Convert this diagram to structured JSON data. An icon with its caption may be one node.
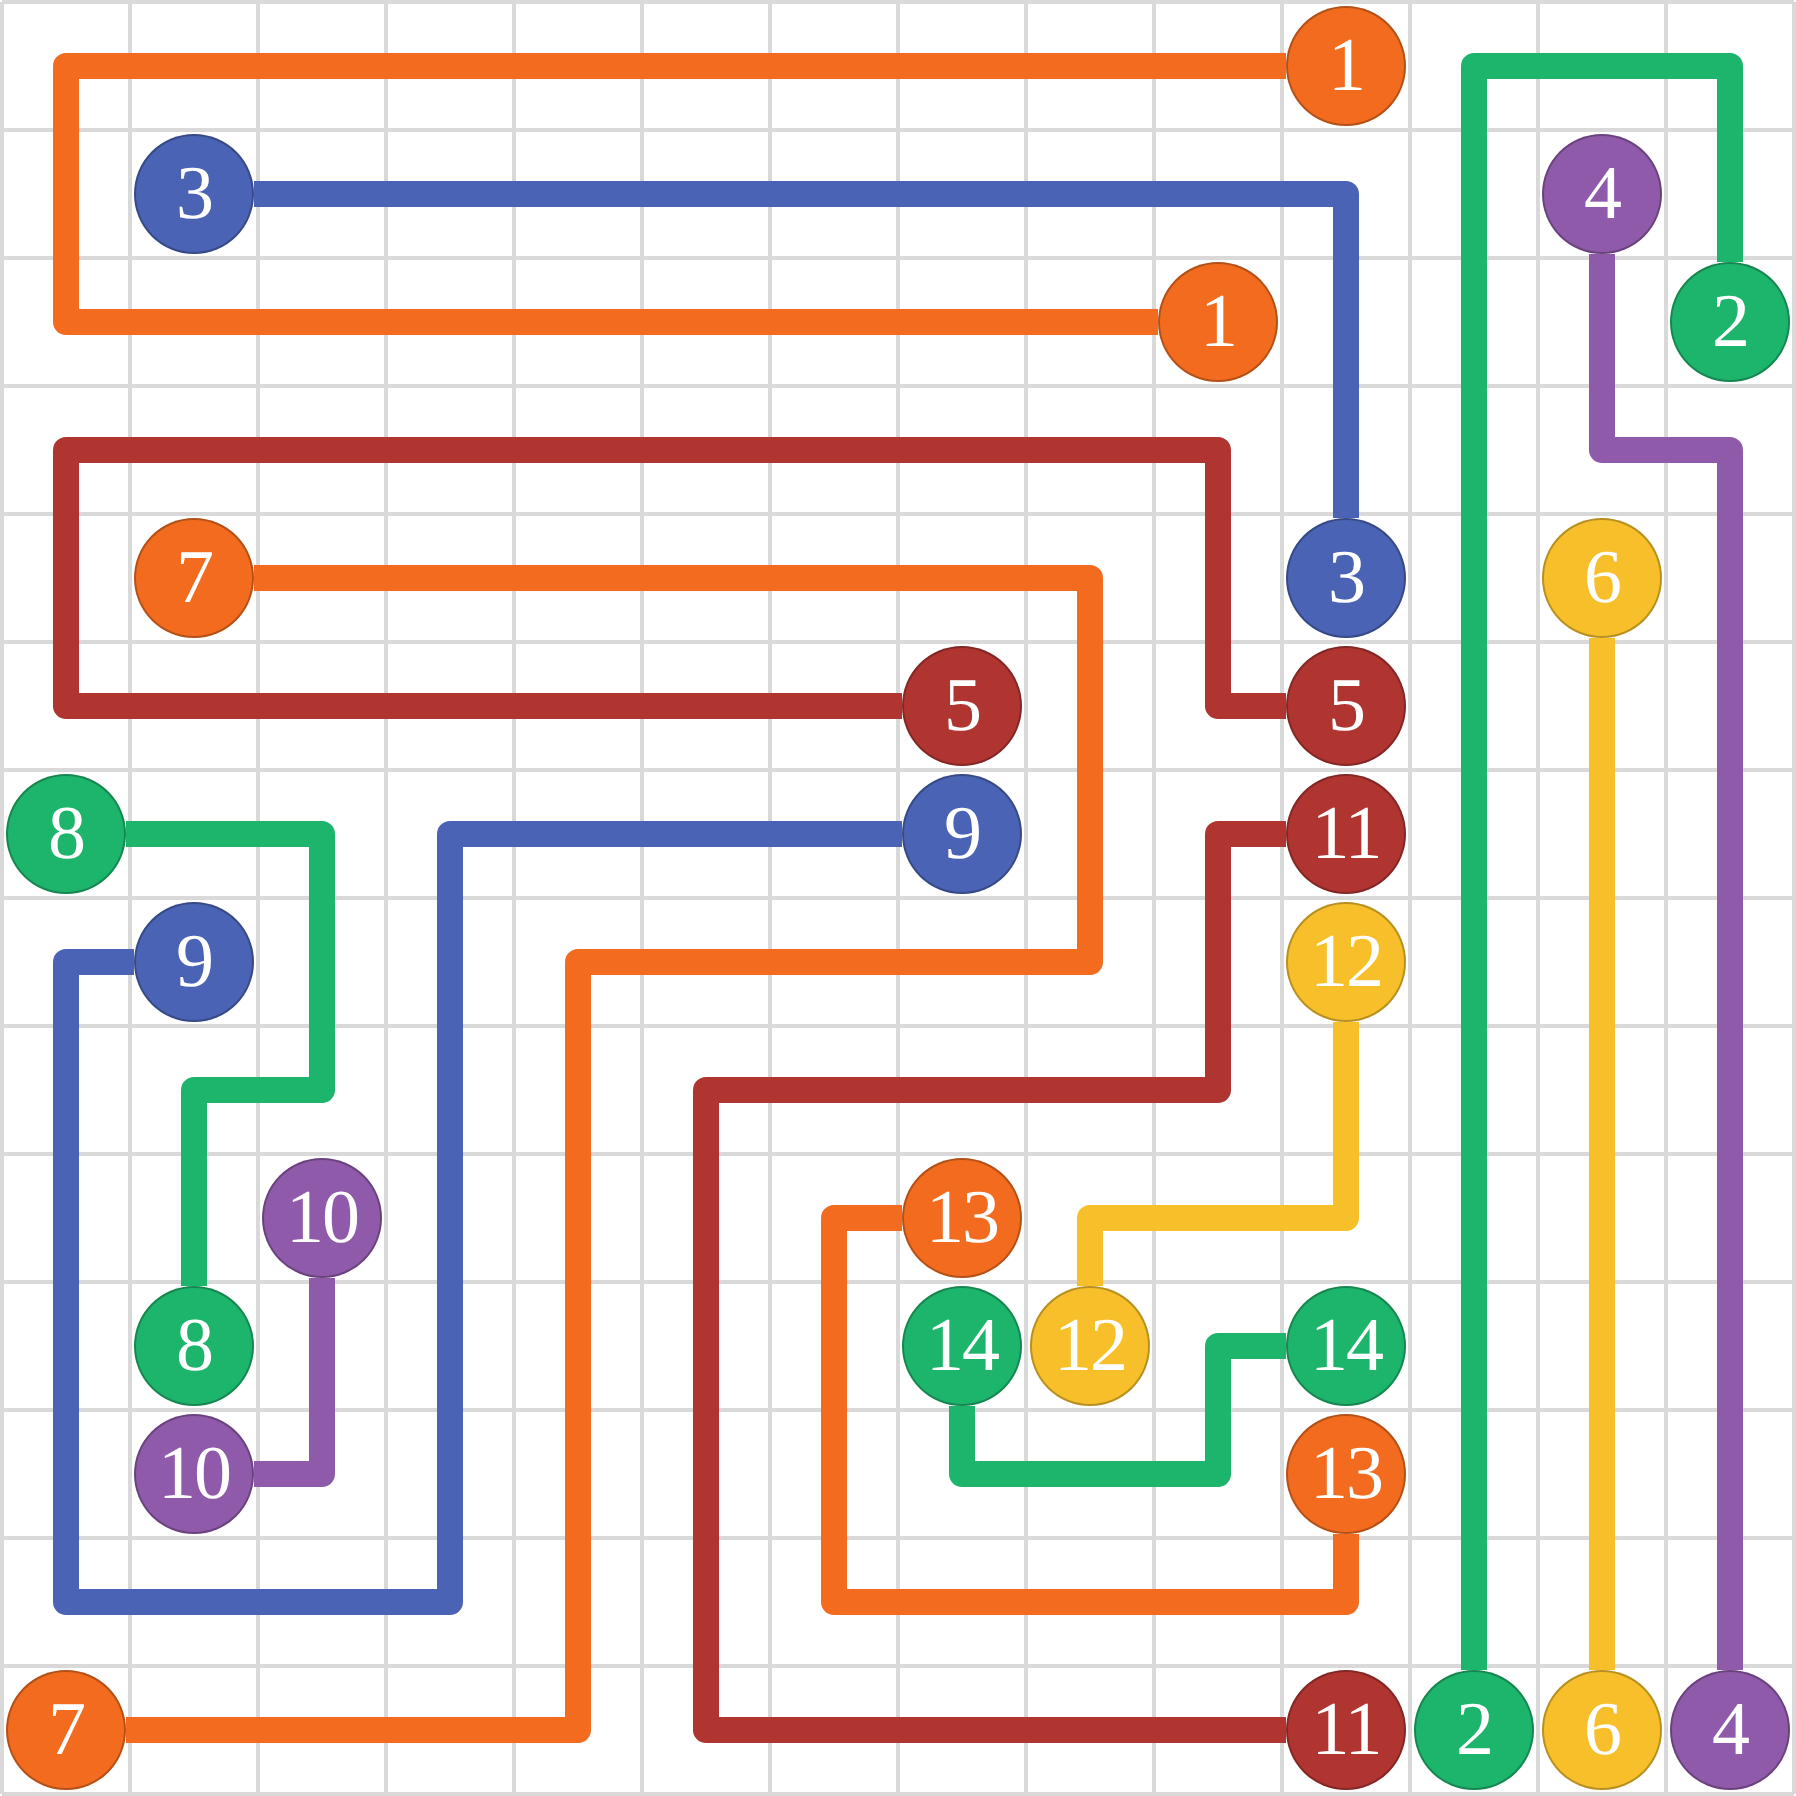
{
  "diagram": {
    "nodes": [
      {
        "text": [
          "1"
        ]
      },
      {
        "text": [
          "3"
        ]
      },
      {
        "text": [
          "4"
        ]
      },
      {
        "text": [
          "1"
        ]
      },
      {
        "text": [
          "2"
        ]
      },
      {
        "text": [
          "7"
        ]
      },
      {
        "text": [
          "3"
        ]
      },
      {
        "text": [
          "6"
        ]
      },
      {
        "text": [
          "5"
        ]
      },
      {
        "text": [
          "5"
        ]
      },
      {
        "text": [
          "8"
        ]
      },
      {
        "text": [
          "9"
        ]
      },
      {
        "text": [
          "11"
        ]
      },
      {
        "text": [
          "9"
        ]
      },
      {
        "text": [
          "12"
        ]
      },
      {
        "text": [
          "10"
        ]
      },
      {
        "text": [
          "13"
        ]
      },
      {
        "text": [
          "8"
        ]
      },
      {
        "text": [
          "14"
        ]
      },
      {
        "text": [
          "12"
        ]
      },
      {
        "text": [
          "14"
        ]
      },
      {
        "text": [
          "10"
        ]
      },
      {
        "text": [
          "13"
        ]
      },
      {
        "text": [
          "7"
        ]
      },
      {
        "text": [
          "11"
        ]
      },
      {
        "text": [
          "2"
        ]
      },
      {
        "text": [
          "6"
        ]
      },
      {
        "text": [
          "4"
        ]
      }
    ],
    "edges": [
      {
        "from": 0,
        "to": 3,
        "arrow": "none",
        "color": "#f26b1f"
      },
      {
        "from": 1,
        "to": 6,
        "arrow": "none",
        "color": "#4a63b4"
      },
      {
        "from": 25,
        "to": 4,
        "arrow": "none",
        "color": "#1db56c"
      },
      {
        "from": 2,
        "to": 27,
        "arrow": "none",
        "color": "#8e5aa9"
      },
      {
        "from": 7,
        "to": 26,
        "arrow": "none",
        "color": "#f7c02b"
      },
      {
        "from": 8,
        "to": 9,
        "arrow": "none",
        "color": "#b03530"
      },
      {
        "from": 5,
        "to": 23,
        "arrow": "none",
        "color": "#f26b1f"
      },
      {
        "from": 10,
        "to": 17,
        "arrow": "none",
        "color": "#1db56c"
      },
      {
        "from": 11,
        "to": 13,
        "arrow": "none",
        "color": "#4a63b4"
      },
      {
        "from": 15,
        "to": 21,
        "arrow": "none",
        "color": "#8e5aa9"
      },
      {
        "from": 12,
        "to": 24,
        "arrow": "none",
        "color": "#b03530"
      },
      {
        "from": 14,
        "to": 19,
        "arrow": "none",
        "color": "#f7c02b"
      },
      {
        "from": 16,
        "to": 22,
        "arrow": "none",
        "color": "#f26b1f"
      },
      {
        "from": 18,
        "to": 20,
        "arrow": "none",
        "color": "#1db56c"
      }
    ]
  }
}
